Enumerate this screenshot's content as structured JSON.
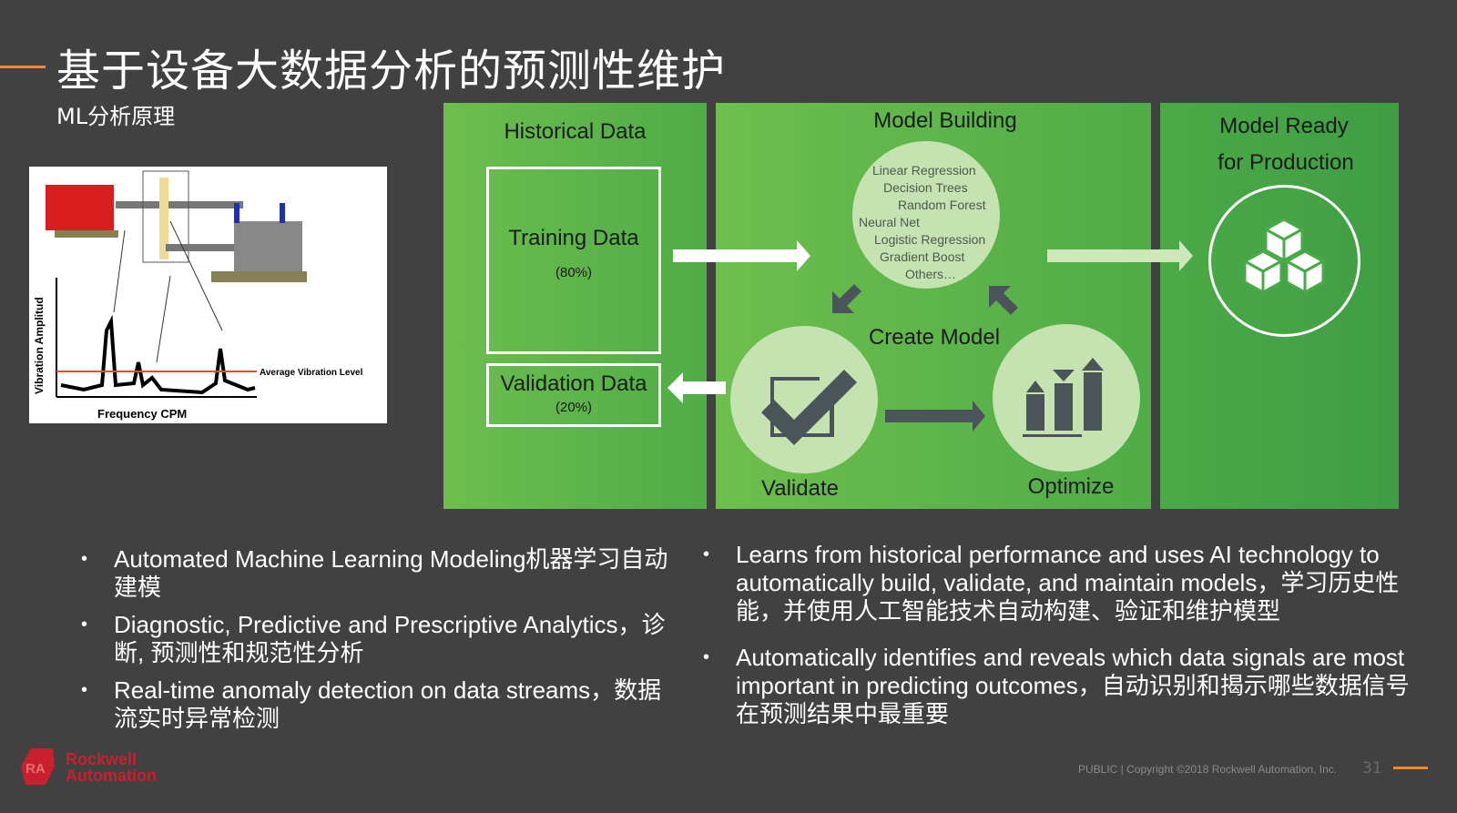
{
  "slide": {
    "title": "基于设备大数据分析的预测性维护",
    "subtitle": "ML分析原理",
    "page_number": "31",
    "footer": "PUBLIC | Copyright ©2018 Rockwell Automation, Inc."
  },
  "logo": {
    "line1": "Rockwell",
    "line2": "Automation",
    "mark": "RA"
  },
  "vibration_figure": {
    "y_label": "Vibration Amplitud",
    "x_label": "Frequency CPM",
    "avg_label": "Average Vibration Level"
  },
  "diagram": {
    "historical": {
      "title": "Historical Data",
      "training": "Training Data",
      "training_pct": "(80%)",
      "validation": "Validation Data",
      "validation_pct": "(20%)"
    },
    "model_building": {
      "title": "Model Building",
      "algorithms": [
        "Linear Regression",
        "Decision Trees",
        "Random Forest",
        "Neural Net",
        "Logistic Regression",
        "Gradient Boost",
        "Others…"
      ],
      "create": "Create Model",
      "validate": "Validate",
      "optimize": "Optimize"
    },
    "ready": {
      "title_line1": "Model Ready",
      "title_line2": "for Production"
    }
  },
  "bullets_left": [
    "Automated Machine Learning Modeling机器学习自动建模",
    "Diagnostic, Predictive and Prescriptive Analytics，诊断, 预测性和规范性分析",
    "Real-time anomaly detection on data streams，数据流实时异常检测"
  ],
  "bullets_right": [
    "Learns from historical performance and uses AI technology to automatically build, validate, and maintain models，学习历史性能，并使用人工智能技术自动构建、验证和维护模型",
    "Automatically identifies and reveals which data signals are most important in predicting outcomes，自动识别和揭示哪些数据信号在预测结果中最重要"
  ],
  "colors": {
    "background": "#414141",
    "accent": "#f08a24",
    "green": "#5cb54a",
    "brand": "#c8202f"
  }
}
